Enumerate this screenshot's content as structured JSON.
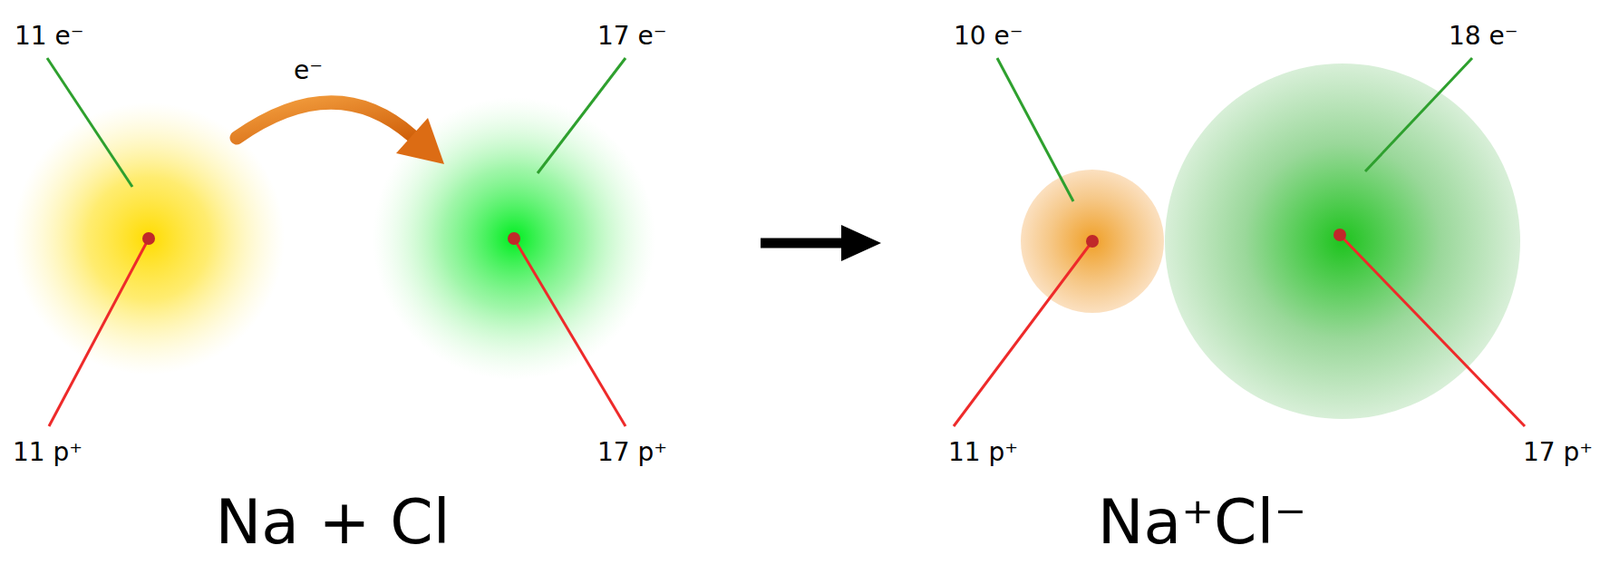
{
  "diagram": {
    "labels": [
      "11 e⁻",
      "e⁻",
      "17 e⁻",
      "10 e⁻",
      "18 e⁻",
      "11 p⁺",
      "17 p⁺",
      "11 p⁺",
      "17 p⁺",
      "Na + Cl",
      "Na⁺Cl⁻"
    ]
  }
}
